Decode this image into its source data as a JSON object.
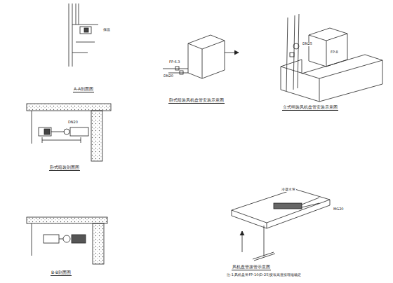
{
  "diagram": {
    "caption": "注:1.风机盘管FP-10(D-25)安装高度按现场确定",
    "labels": [
      "A-A剖面图",
      "卧式暗装剖面图",
      "B-B剖面图",
      "卧式暗装风机盘管安装示意图",
      "立式明装风机盘管安装示意图",
      "风机盘管接管示意图",
      "FP-6.3",
      "DN20",
      "DN20",
      "保温",
      "FP-8",
      "DN25",
      "冷凝水管",
      "MG20"
    ]
  }
}
